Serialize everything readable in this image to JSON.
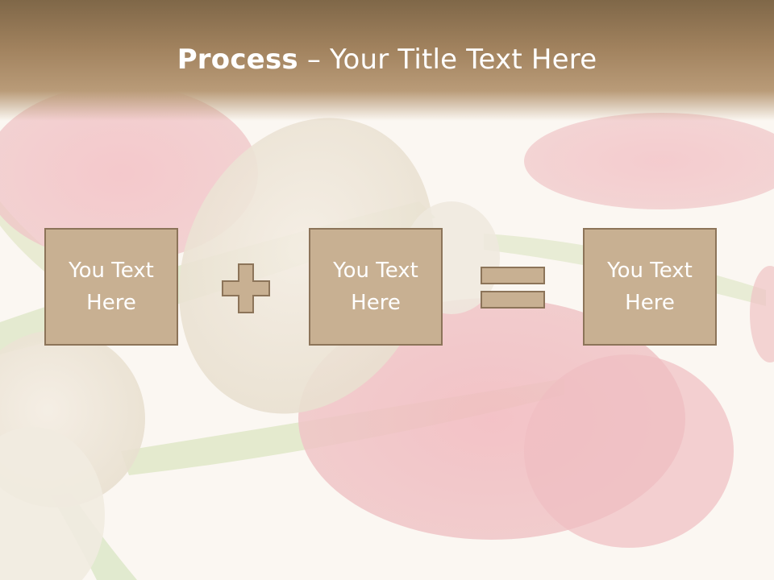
{
  "slide": {
    "title_bold": "Process",
    "title_rest": " – Your Title Text Here",
    "boxes": [
      {
        "line1": "You Text",
        "line2": "Here"
      },
      {
        "line1": "You Text",
        "line2": "Here"
      },
      {
        "line1": "You Text",
        "line2": "Here"
      }
    ],
    "operators": [
      "plus-icon",
      "equals-icon"
    ]
  },
  "colors": {
    "title_bar": "#8c7352",
    "box_fill": "#c8b092",
    "box_border": "#8c7459",
    "text": "#ffffff",
    "background": "#fbf7f2"
  }
}
